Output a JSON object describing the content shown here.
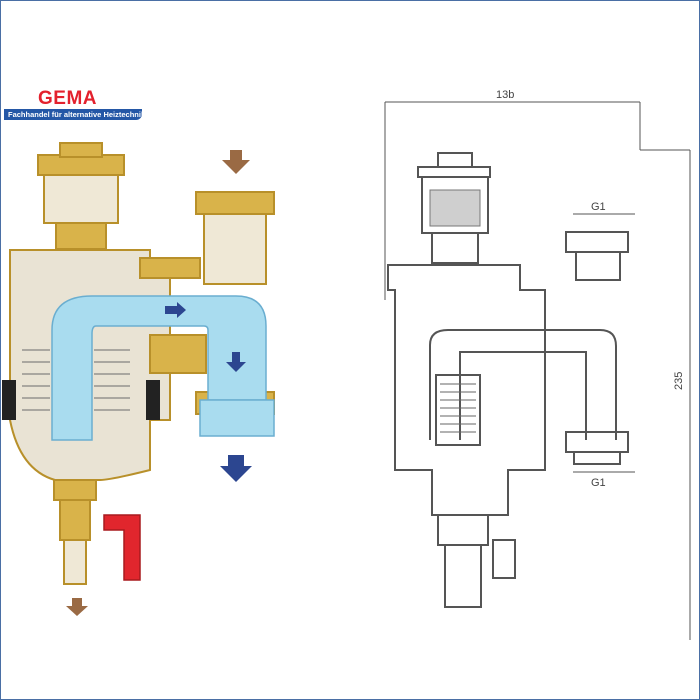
{
  "logo": {
    "brand": "GEMA",
    "tagline": "Fachhandel für alternative Heiztechnik",
    "colors": {
      "brand_red": "#e3212d",
      "bar_blue": "#2457a6"
    }
  },
  "cutaway_diagram": {
    "colors": {
      "brass": "#d9b34a",
      "brass_dark": "#b8902a",
      "water_blue": "#a9dcef",
      "cavity_grey": "#e9e3d4",
      "arrow_brown": "#9a6a44",
      "arrow_navy": "#2c4690",
      "valve_red": "#e1262d",
      "seal_black": "#222222"
    },
    "icons": [
      "inflow-arrow-icon",
      "outflow-arrow-icon",
      "drain-arrow-icon",
      "drain-valve-handle-icon"
    ]
  },
  "technical_drawing": {
    "dimensions": {
      "width": "13b",
      "height": "235",
      "top_thread": "G1",
      "bottom_thread": "G1"
    }
  }
}
